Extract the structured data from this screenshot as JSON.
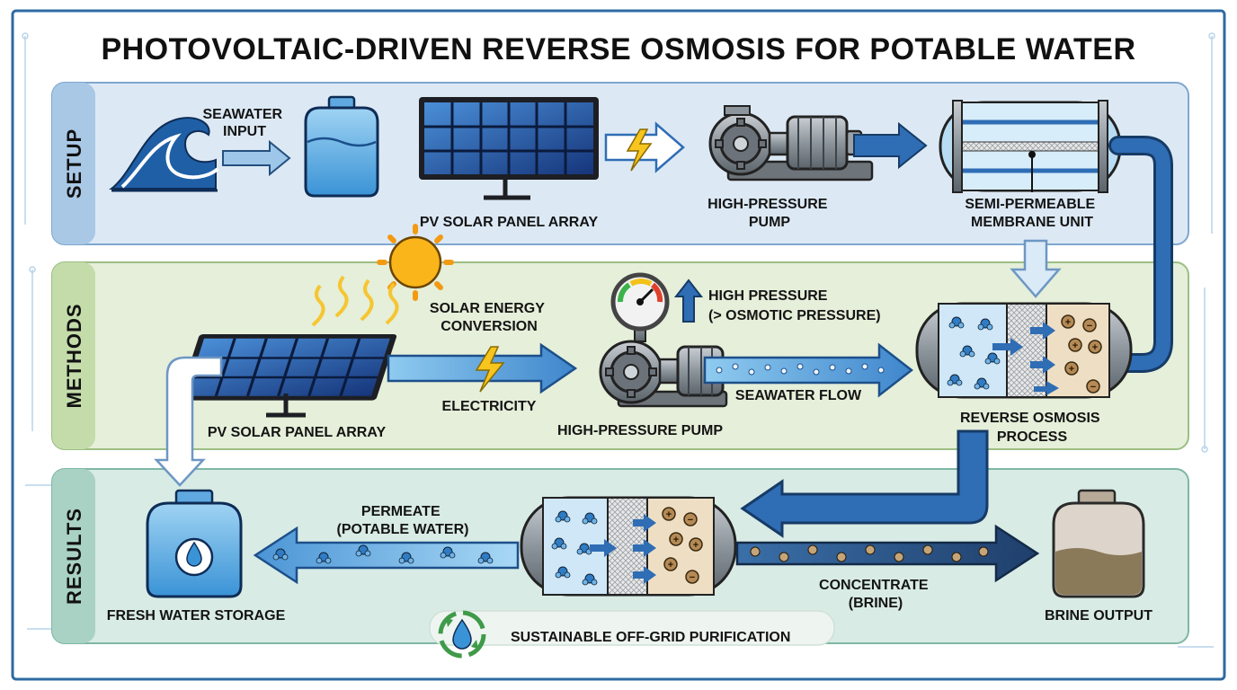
{
  "title": "PHOTOVOLTAIC-DRIVEN REVERSE OSMOSIS FOR POTABLE WATER",
  "bands": {
    "setup": "SETUP",
    "methods": "METHODS",
    "results": "RESULTS"
  },
  "setup": {
    "seawater_input": [
      "SEAWATER",
      "INPUT"
    ],
    "pv_array": "PV SOLAR PANEL ARRAY",
    "pump": [
      "HIGH-PRESSURE",
      "PUMP"
    ],
    "membrane": [
      "SEMI-PERMEABLE",
      "MEMBRANE UNIT"
    ]
  },
  "methods": {
    "solar_conversion": [
      "SOLAR ENERGY",
      "CONVERSION"
    ],
    "pv_array": "PV SOLAR PANEL ARRAY",
    "electricity": "ELECTRICITY",
    "pump": "HIGH-PRESSURE PUMP",
    "high_pressure": [
      "HIGH PRESSURE",
      "(> OSMOTIC PRESSURE)"
    ],
    "seawater_flow": "SEAWATER FLOW",
    "ro_process": [
      "REVERSE OSMOSIS",
      "PROCESS"
    ],
    "particle_plus": "+",
    "particle_minus": "−"
  },
  "results": {
    "permeate": [
      "PERMEATE",
      "(POTABLE WATER)"
    ],
    "fresh_storage": "FRESH WATER STORAGE",
    "concentrate": [
      "CONCENTRATE",
      "(BRINE)"
    ],
    "brine_output": "BRINE OUTPUT",
    "sustainable": "SUSTAINABLE OFF-GRID PURIFICATION"
  },
  "colors": {
    "setup_band": "#dce9f5",
    "methods_band": "#e5efd9",
    "results_band": "#d8ebe5",
    "arrow_blue": "#2f6db5",
    "water_blue": "#7cc0ec",
    "brine_brown": "#8a7a5a",
    "frame": "#2d6aa3"
  }
}
